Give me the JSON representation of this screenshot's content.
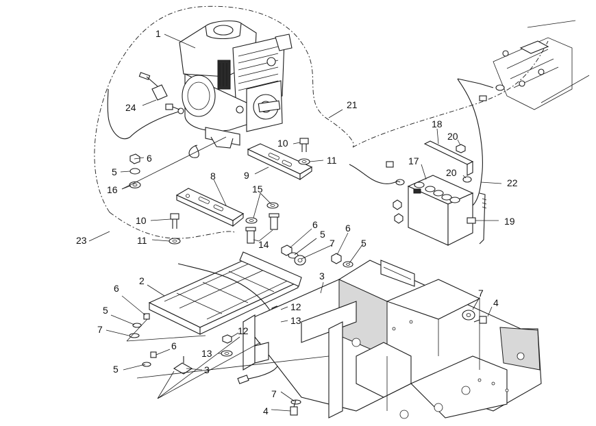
{
  "diagram": {
    "callouts": [
      {
        "id": "c1",
        "text": "1"
      },
      {
        "id": "c2",
        "text": "2"
      },
      {
        "id": "c3a",
        "text": "3"
      },
      {
        "id": "c3b",
        "text": "3"
      },
      {
        "id": "c4a",
        "text": "4"
      },
      {
        "id": "c4b",
        "text": "4"
      },
      {
        "id": "c5a",
        "text": "5"
      },
      {
        "id": "c5b",
        "text": "5"
      },
      {
        "id": "c5c",
        "text": "5"
      },
      {
        "id": "c5d",
        "text": "5"
      },
      {
        "id": "c5e",
        "text": "5"
      },
      {
        "id": "c6a",
        "text": "6"
      },
      {
        "id": "c6b",
        "text": "6"
      },
      {
        "id": "c6c",
        "text": "6"
      },
      {
        "id": "c6d",
        "text": "6"
      },
      {
        "id": "c6e",
        "text": "6"
      },
      {
        "id": "c7a",
        "text": "7"
      },
      {
        "id": "c7b",
        "text": "7"
      },
      {
        "id": "c7c",
        "text": "7"
      },
      {
        "id": "c7d",
        "text": "7"
      },
      {
        "id": "c8",
        "text": "8"
      },
      {
        "id": "c9",
        "text": "9"
      },
      {
        "id": "c10a",
        "text": "10"
      },
      {
        "id": "c10b",
        "text": "10"
      },
      {
        "id": "c11a",
        "text": "11"
      },
      {
        "id": "c11b",
        "text": "11"
      },
      {
        "id": "c12a",
        "text": "12"
      },
      {
        "id": "c12b",
        "text": "12"
      },
      {
        "id": "c13a",
        "text": "13"
      },
      {
        "id": "c13b",
        "text": "13"
      },
      {
        "id": "c14",
        "text": "14"
      },
      {
        "id": "c15",
        "text": "15"
      },
      {
        "id": "c16",
        "text": "16"
      },
      {
        "id": "c17",
        "text": "17"
      },
      {
        "id": "c18",
        "text": "18"
      },
      {
        "id": "c19",
        "text": "19"
      },
      {
        "id": "c20a",
        "text": "20"
      },
      {
        "id": "c20b",
        "text": "20"
      },
      {
        "id": "c21",
        "text": "21"
      },
      {
        "id": "c22",
        "text": "22"
      },
      {
        "id": "c23",
        "text": "23"
      },
      {
        "id": "c24",
        "text": "24"
      }
    ]
  }
}
